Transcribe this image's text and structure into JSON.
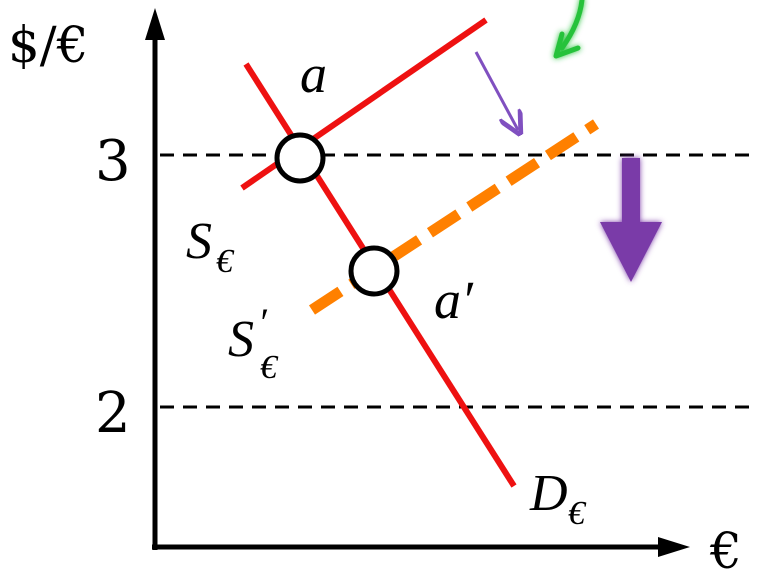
{
  "axes": {
    "y_label": "$/€",
    "x_label": "€",
    "tick_high": "3",
    "tick_low": "2"
  },
  "curves": {
    "supply_original": {
      "label_main": "S",
      "label_sub": "€",
      "color": "#ee1111"
    },
    "supply_new": {
      "label_main": "S",
      "label_prime": "′",
      "label_sub": "€",
      "color": "#ff8000"
    },
    "demand": {
      "label_main": "D",
      "label_sub": "€",
      "color": "#ee1111"
    }
  },
  "points": {
    "original": {
      "label": "a"
    },
    "new": {
      "label": "a′"
    }
  },
  "colors": {
    "axis": "#000000",
    "shift_arrow": "#7a3aa8",
    "green_arrow": "#27c23a",
    "thin_arrow": "#8050c0"
  }
}
